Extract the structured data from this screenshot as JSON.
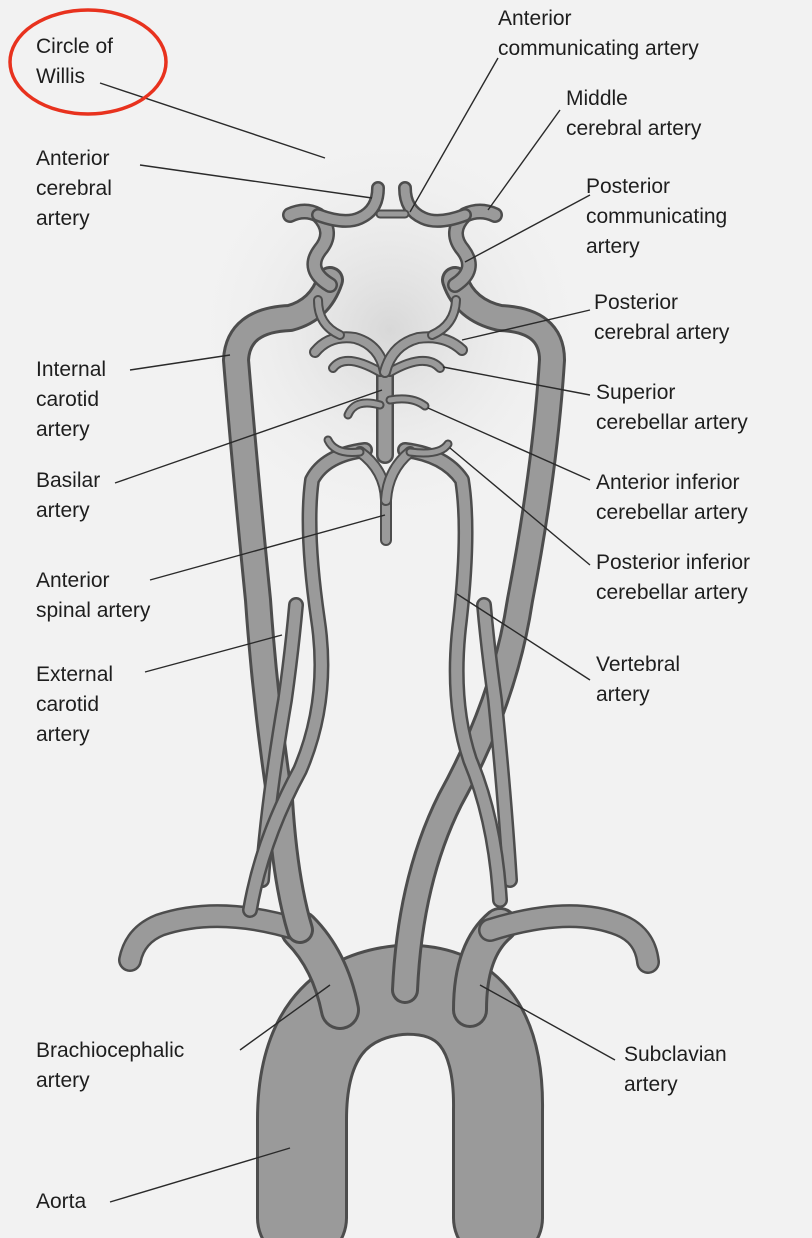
{
  "labels": {
    "circle_of_willis": "Circle of\nWillis",
    "anterior_communicating_artery": "Anterior\ncommunicating artery",
    "middle_cerebral_artery": "Middle\ncerebral artery",
    "anterior_cerebral_artery": "Anterior\ncerebral\nartery",
    "posterior_communicating_artery": "Posterior\ncommunicating\nartery",
    "posterior_cerebral_artery": "Posterior\ncerebral artery",
    "internal_carotid_artery": "Internal\ncarotid\nartery",
    "superior_cerebellar_artery": "Superior\ncerebellar artery",
    "basilar_artery": "Basilar\nartery",
    "anterior_inferior_cerebellar_artery": "Anterior inferior\ncerebellar artery",
    "posterior_inferior_cerebellar_artery": "Posterior inferior\ncerebellar artery",
    "anterior_spinal_artery": "Anterior\nspinal artery",
    "vertebral_artery": "Vertebral\nartery",
    "external_carotid_artery": "External\ncarotid\nartery",
    "brachiocephalic_artery": "Brachiocephalic\nartery",
    "subclavian_artery": "Subclavian\nartery",
    "aorta": "Aorta"
  },
  "colors": {
    "highlight_ring": "#e8321e",
    "vessel_fill": "#9a9a9a",
    "vessel_outline": "#4d4d4d",
    "background": "#f2f2f2"
  }
}
